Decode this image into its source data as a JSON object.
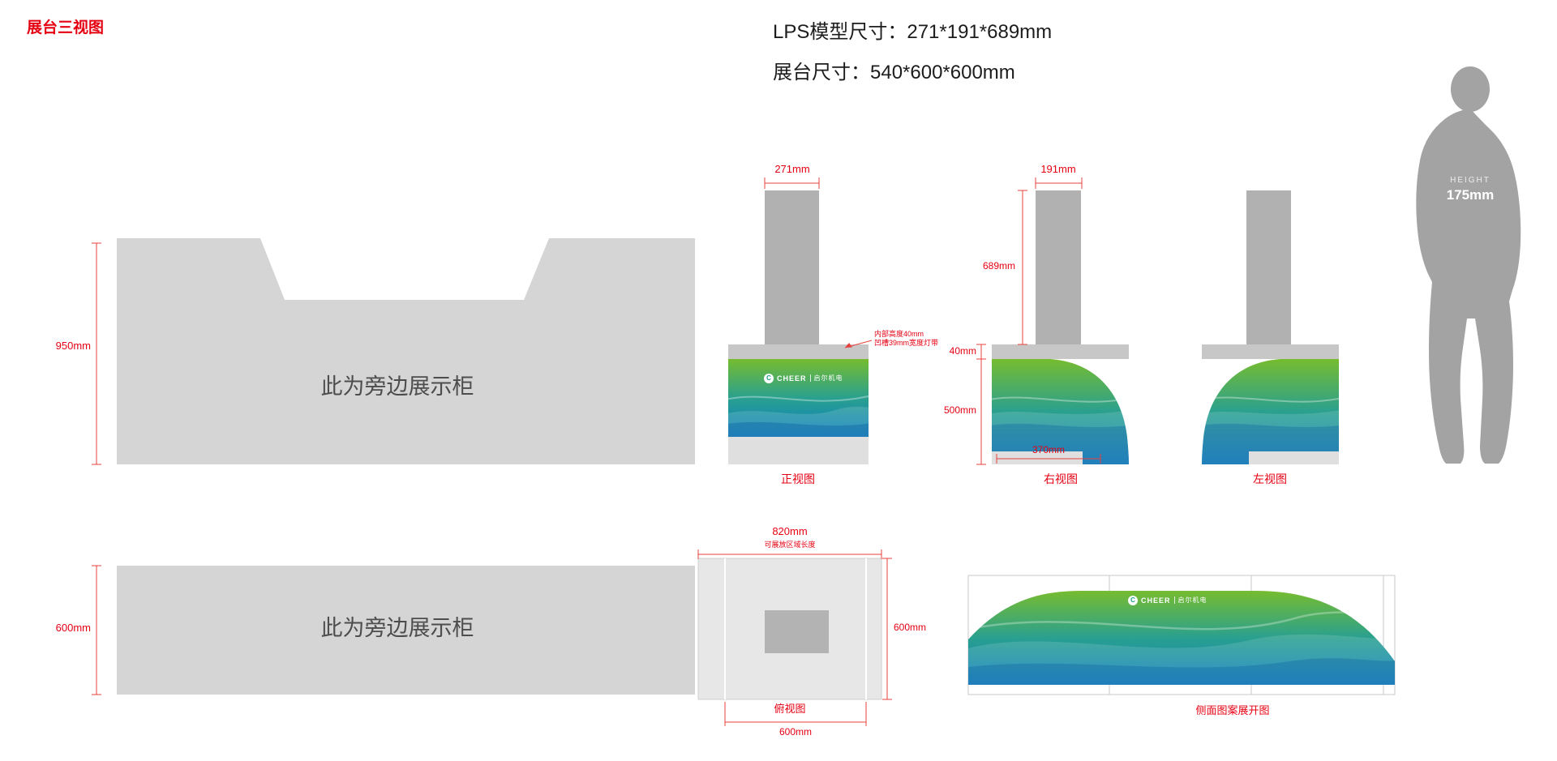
{
  "page": {
    "title": "展台三视图",
    "spec_line1": "LPS模型尺寸：271*191*689mm",
    "spec_line2": "展台尺寸：540*600*600mm"
  },
  "side_cabinet_top": {
    "label": "此为旁边展示柜",
    "dim_height": "950mm"
  },
  "front_view": {
    "label": "正视图",
    "dim_width": "271mm",
    "note_line1": "内部高度40mm",
    "note_line2": "凹槽39mm宽度灯带"
  },
  "right_view": {
    "label": "右视图",
    "dim_width": "191mm",
    "dim_height": "689mm",
    "dim_top": "40mm",
    "dim_base": "500mm",
    "dim_bottom": "370mm"
  },
  "left_view": {
    "label": "左视图"
  },
  "figure": {
    "label": "HEIGHT",
    "value": "175mm"
  },
  "side_cabinet_bottom": {
    "label": "此为旁边展示柜",
    "dim_height": "600mm"
  },
  "top_view": {
    "label": "俯视图",
    "dim_top": "820mm",
    "dim_top_note": "可展放区域长度",
    "dim_right": "600mm",
    "dim_bottom": "600mm"
  },
  "side_pattern": {
    "label": "侧面图案展开图"
  },
  "logo": {
    "mark": "C",
    "brand": "CHEER",
    "name": "启尔机电"
  },
  "colors": {
    "accent_red": "#e50012",
    "gradient_green": "#76bc2f",
    "gradient_teal": "#2aa08f",
    "gradient_blue": "#0b7ec2",
    "cabinet_gray": "#d5d5d5",
    "column_gray": "#b1b1b1",
    "figure_gray": "#a3a3a3"
  }
}
